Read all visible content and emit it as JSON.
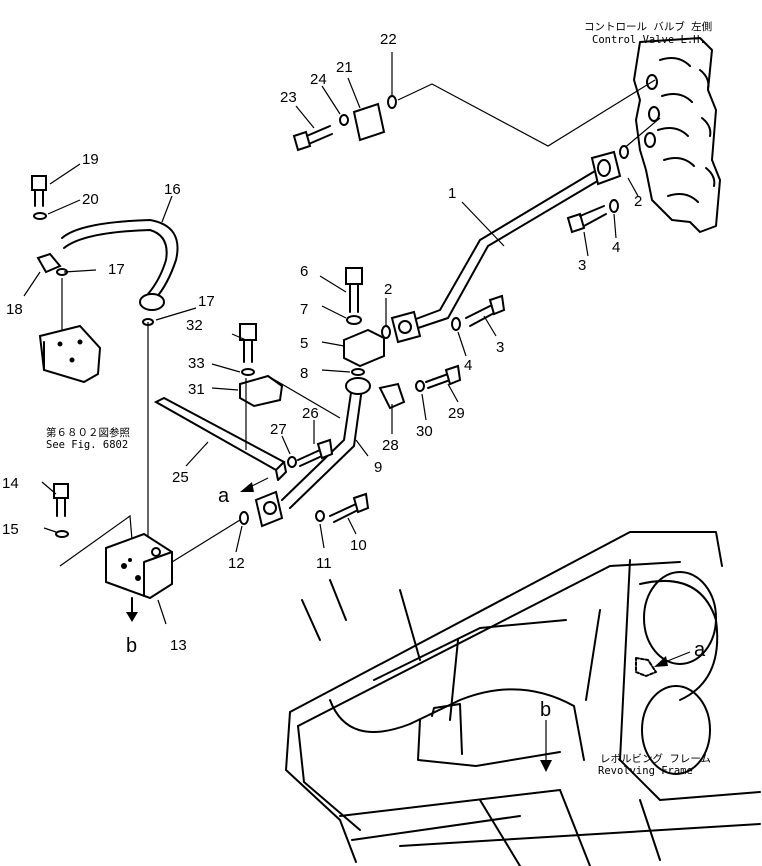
{
  "callouts": {
    "n1": "1",
    "n2": "2",
    "n3": "3",
    "n4": "4",
    "n5": "5",
    "n6": "6",
    "n7": "7",
    "n8": "8",
    "n9": "9",
    "n10": "10",
    "n11": "11",
    "n12": "12",
    "n13": "13",
    "n14": "14",
    "n15": "15",
    "n16": "16",
    "n17": "17",
    "n18": "18",
    "n19": "19",
    "n20": "20",
    "n21": "21",
    "n22": "22",
    "n23": "23",
    "n24": "24",
    "n25": "25",
    "n26": "26",
    "n27": "27",
    "n28": "28",
    "n29": "29",
    "n30": "30",
    "n31": "31",
    "n32": "32",
    "n33": "33"
  },
  "markers": {
    "a": "a",
    "b": "b"
  },
  "notes": {
    "control_valve_jp": "コントロール バルブ 左側",
    "control_valve_en": "Control Valve L.H.",
    "see_fig_jp": "第６８０２図参照",
    "see_fig_en": "See Fig. 6802",
    "revolving_frame_jp": "レボルビング フレーム",
    "revolving_frame_en": "Revolving Frame"
  },
  "colors": {
    "line": "#000000",
    "background": "#ffffff"
  }
}
